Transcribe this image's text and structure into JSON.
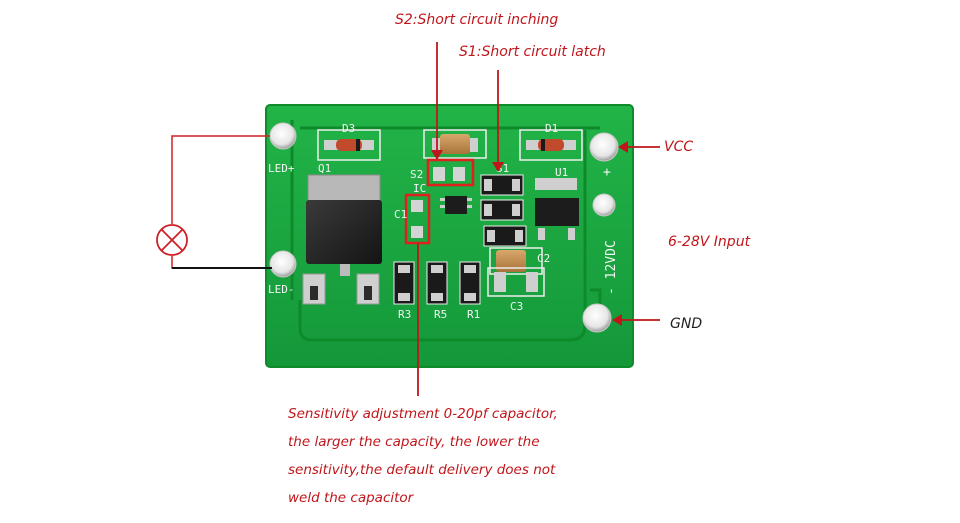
{
  "annotations": {
    "s2": "S2:Short circuit inching",
    "s1": "S1:Short circuit latch",
    "vcc": "VCC",
    "input": "6-28V Input",
    "gnd": "GND",
    "note_lines": [
      "Sensitivity adjustment 0-20pf capacitor,",
      "the larger the capacity, the lower the",
      "sensitivity,the default delivery does not",
      "weld the capacitor"
    ]
  },
  "board": {
    "labels": {
      "d3": "D3",
      "q1": "Q1",
      "d1": "D1",
      "u1": "U1",
      "s2": "S2",
      "s1": "S1",
      "ic": "IC",
      "c1": "C1",
      "c2": "C2",
      "c3": "C3",
      "r3": "R3",
      "r5": "R5",
      "r1": "R1",
      "led_plus": "LED+",
      "led_minus": "LED-",
      "voltage": "- 12VDC",
      "plus": "+"
    }
  },
  "colors": {
    "annotation": "#c0161b",
    "pcb": "#17a53a",
    "pcb_edge": "#108a2c",
    "pad": "#d9d9d9",
    "component": "#2a2a2a"
  },
  "icons": {
    "lamp": "lamp-symbol-icon"
  }
}
